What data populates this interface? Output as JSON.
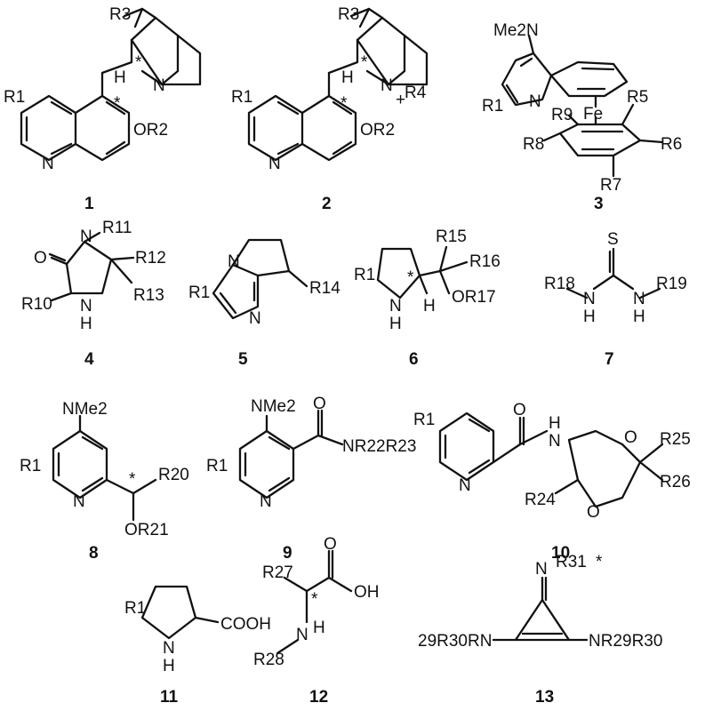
{
  "compounds": [
    {
      "number": "1"
    },
    {
      "number": "2"
    },
    {
      "number": "3"
    },
    {
      "number": "4"
    },
    {
      "number": "5"
    },
    {
      "number": "6"
    },
    {
      "number": "7"
    },
    {
      "number": "8"
    },
    {
      "number": "9"
    },
    {
      "number": "10"
    },
    {
      "number": "11"
    },
    {
      "number": "12"
    },
    {
      "number": "13"
    }
  ],
  "labels": {
    "c1": {
      "r3": "R3",
      "h": "H",
      "n": "N",
      "r1": "R1",
      "star_a": "*",
      "star_b": "*",
      "or2": "OR2",
      "n_q": "N"
    },
    "c2": {
      "r3": "R3",
      "h": "H",
      "n": "N",
      "plus": "+",
      "r4": "R4",
      "r1": "R1",
      "star_a": "*",
      "star_b": "*",
      "or2": "OR2",
      "n_q": "N"
    },
    "c3": {
      "nme2": "Me2N",
      "r1": "R1",
      "n": "N",
      "fe": "Fe",
      "r5": "R5",
      "r9": "R9",
      "r8": "R8",
      "r6": "R6",
      "r7": "R7"
    },
    "c4": {
      "o": "O",
      "n_r11": "N",
      "r11": "R11",
      "r12": "R12",
      "r13": "R13",
      "r10": "R10",
      "nh_n": "N",
      "nh_h": "H"
    },
    "c5": {
      "n_top": "N",
      "r1": "R1",
      "n_bot": "N",
      "r14": "R14"
    },
    "c6": {
      "r1": "R1",
      "n": "N",
      "h_nh": "H",
      "star": "*",
      "h": "H",
      "r15": "R15",
      "r16": "R16",
      "or17": "OR17"
    },
    "c7": {
      "s": "S",
      "r18": "R18",
      "r19": "R19",
      "n1": "N",
      "h1": "H",
      "n2": "N",
      "h2": "H"
    },
    "c8": {
      "nme2": "NMe2",
      "r1": "R1",
      "n": "N",
      "star": "*",
      "r20": "R20",
      "or21": "OR21"
    },
    "c9": {
      "nme2": "NMe2",
      "o": "O",
      "r1": "R1",
      "n": "N",
      "nr": "NR22R23"
    },
    "c10": {
      "r1": "R1",
      "n": "N",
      "o_amide": "O",
      "nh_n": "N",
      "nh_h": "H",
      "o1": "O",
      "o2": "O",
      "r24": "R24",
      "r25": "R25",
      "r26": "R26"
    },
    "c11": {
      "r1": "R1",
      "n": "N",
      "h": "H",
      "cooh": "COOH"
    },
    "c12": {
      "r27": "R27",
      "star": "*",
      "o": "O",
      "oh": "OH",
      "n": "N",
      "h": "H",
      "r28": "R28"
    },
    "c13": {
      "n_top": "N",
      "r31": "R31",
      "star": "*",
      "left": "29R30RN",
      "right": "NR29R30"
    }
  }
}
